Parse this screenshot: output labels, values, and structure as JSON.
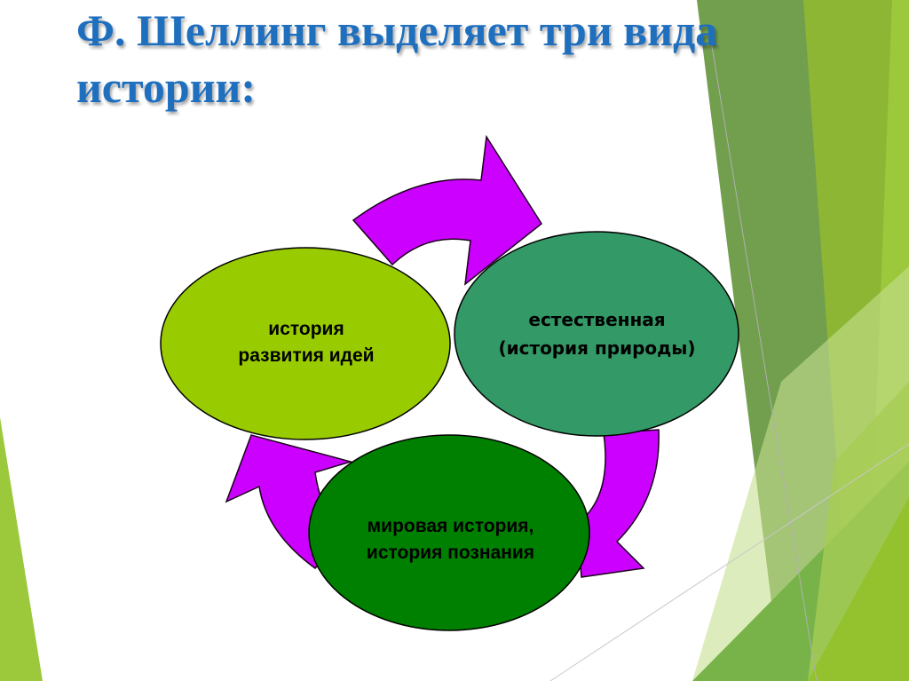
{
  "slide": {
    "title_line1": "Ф. Шеллинг выделяет три вида",
    "title_line2": "истории:",
    "colors": {
      "title": "#1f6fbf",
      "arrow": "#cc00ff",
      "node_ideas": "#99cc00",
      "node_nature": "#339966",
      "node_world": "#008000",
      "accent_dark_green": "#6a9a44",
      "accent_light_green": "#9cc93c"
    }
  },
  "diagram": {
    "type": "cycle",
    "nodes": [
      {
        "id": "ideas",
        "line1": "история",
        "line2": "развития идей"
      },
      {
        "id": "nature",
        "line1": "естественная",
        "line2": "(история природы)"
      },
      {
        "id": "world",
        "line1": "мировая история,",
        "line2": "история познания"
      }
    ],
    "arrows": [
      {
        "from": "ideas",
        "to": "nature"
      },
      {
        "from": "nature",
        "to": "world"
      },
      {
        "from": "world",
        "to": "ideas"
      }
    ]
  }
}
